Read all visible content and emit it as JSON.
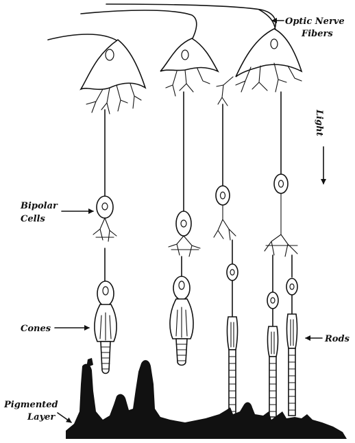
{
  "labels": {
    "optic_nerve_line1": "Optic Nerve",
    "optic_nerve_line2": "Fibers",
    "light": "Light",
    "bipolar_line1": "Bipolar",
    "bipolar_line2": "Cells",
    "cones": "Cones",
    "rods": "Rods",
    "pigmented_line1": "Pigmented",
    "pigmented_line2": "Layer"
  },
  "colors": {
    "ink": "#111111",
    "background": "#ffffff"
  },
  "icons": {
    "light_direction": "down-arrow-icon"
  }
}
